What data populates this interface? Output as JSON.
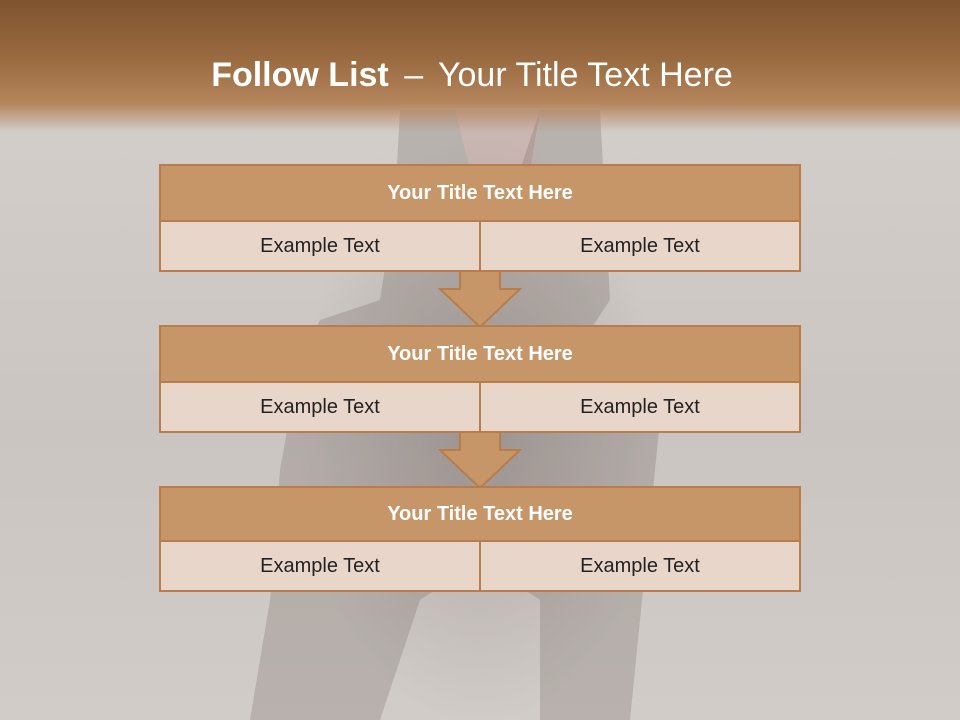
{
  "slide": {
    "title_bold": "Follow List",
    "title_sep": "–",
    "title_rest": "Your Title Text Here"
  },
  "blocks": [
    {
      "title": "Your Title Text Here",
      "left": "Example Text",
      "right": "Example Text"
    },
    {
      "title": "Your Title Text Here",
      "left": "Example Text",
      "right": "Example Text"
    },
    {
      "title": "Your Title Text Here",
      "left": "Example Text",
      "right": "Example Text"
    }
  ],
  "colors": {
    "header": "#8c5e35",
    "block_title": "#c79668",
    "block_cell": "#e8d6cb",
    "border": "#b87d4a"
  }
}
